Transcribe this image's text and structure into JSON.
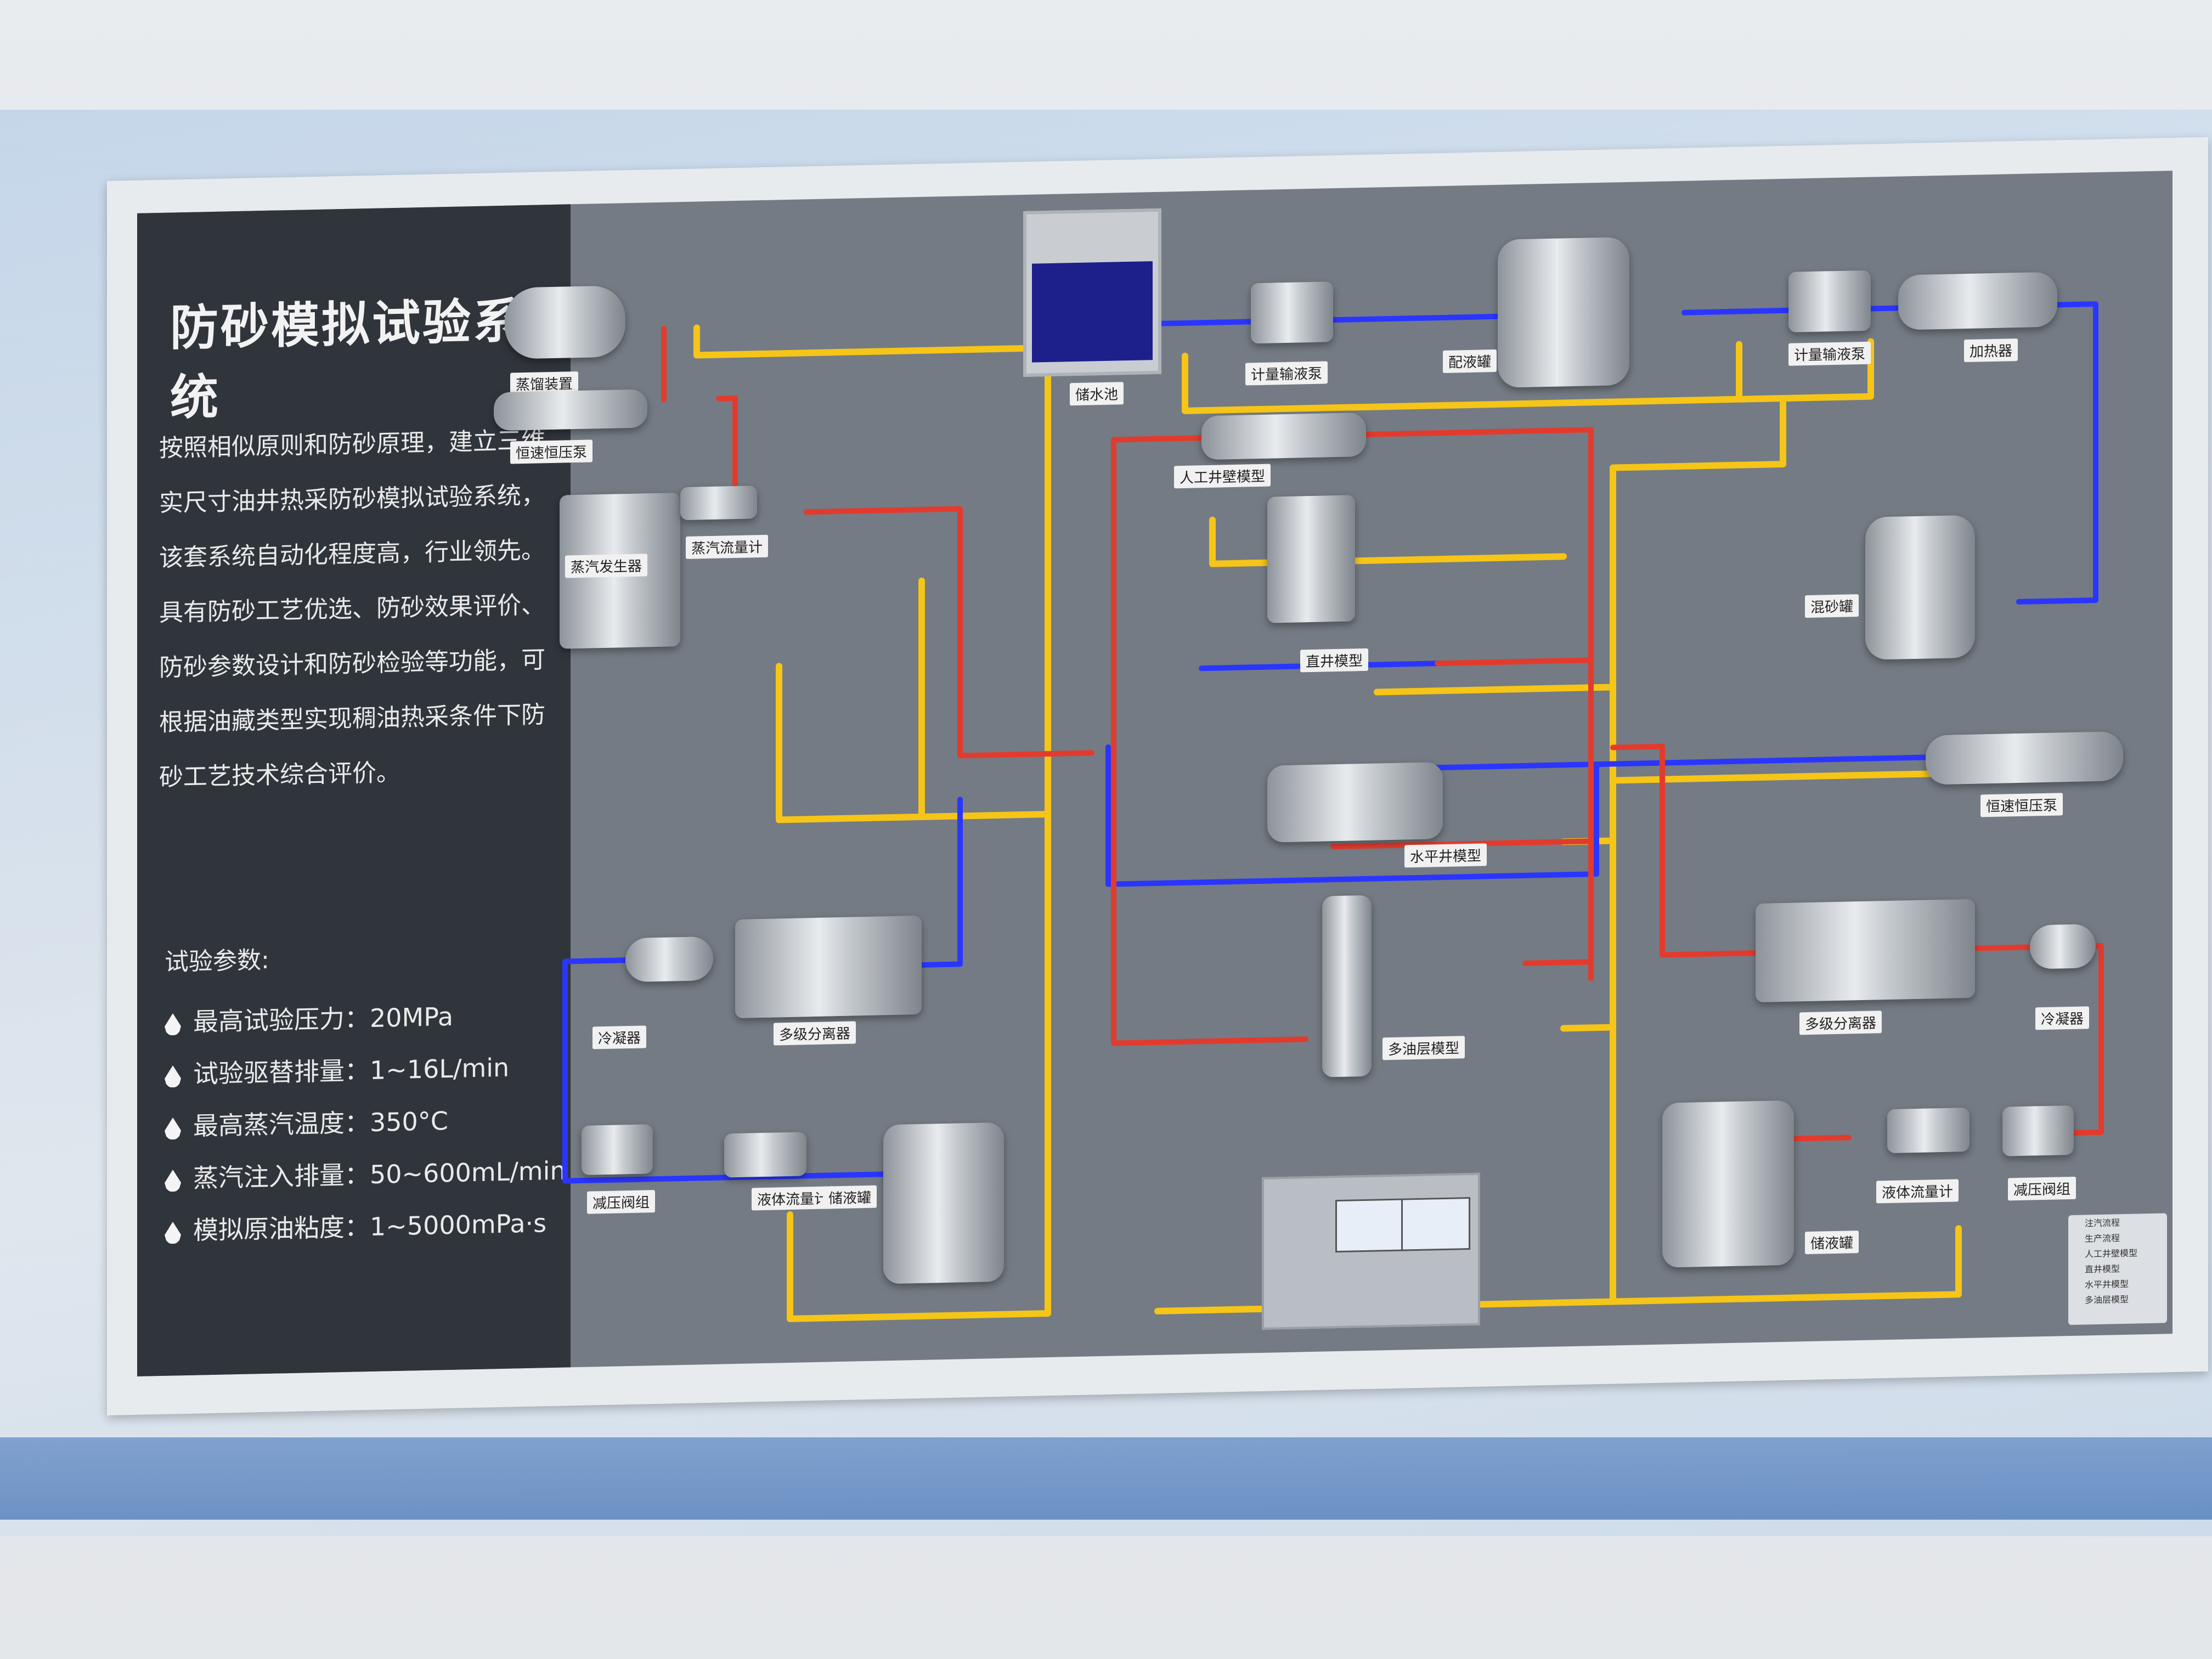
{
  "panel": {
    "title": "防砂模拟试验系统",
    "description": "按照相似原则和防砂原理，建立三维实尺寸油井热采防砂模拟试验系统，该套系统自动化程度高，行业领先。具有防砂工艺优选、防砂效果评价、防砂参数设计和防砂检验等功能，可根据油藏类型实现稠油热采条件下防砂工艺技术综合评价。",
    "params_heading": "试验参数:",
    "params": [
      "最高试验压力：20MPa",
      "试验驱替排量：1~16L/min",
      "最高蒸汽温度：350°C",
      "蒸汽注入排量：50~600mL/min",
      "模拟原油粘度：1~5000mPa·s"
    ]
  },
  "labels": {
    "l1": "蒸馏装置",
    "l2": "恒速恒压泵",
    "l3": "蒸汽发生器",
    "l4": "蒸汽流量计",
    "l5": "储水池",
    "l6": "计量输液泵",
    "l7": "配液罐",
    "l8": "计量输液泵",
    "l9": "加热器",
    "l10": "人工井壁模型",
    "l11": "直井模型",
    "l12": "混砂罐",
    "l13": "恒速恒压泵",
    "l14": "水平井模型",
    "l15": "多油层模型",
    "l16": "冷凝器",
    "l17": "多级分离器",
    "l18": "减压阀组",
    "l19": "液体流量计",
    "l20": "储液罐",
    "l21": "多级分离器",
    "l22": "冷凝器",
    "l23": "储液罐",
    "l24": "液体流量计",
    "l25": "减压阀组"
  },
  "legend": [
    "注汽流程",
    "生产流程",
    "人工井壁模型",
    "直井模型",
    "水平井模型",
    "多油层模型"
  ],
  "colors": {
    "steam": "#e23b2e",
    "water": "#2a36ff",
    "product": "#f2c21c"
  }
}
